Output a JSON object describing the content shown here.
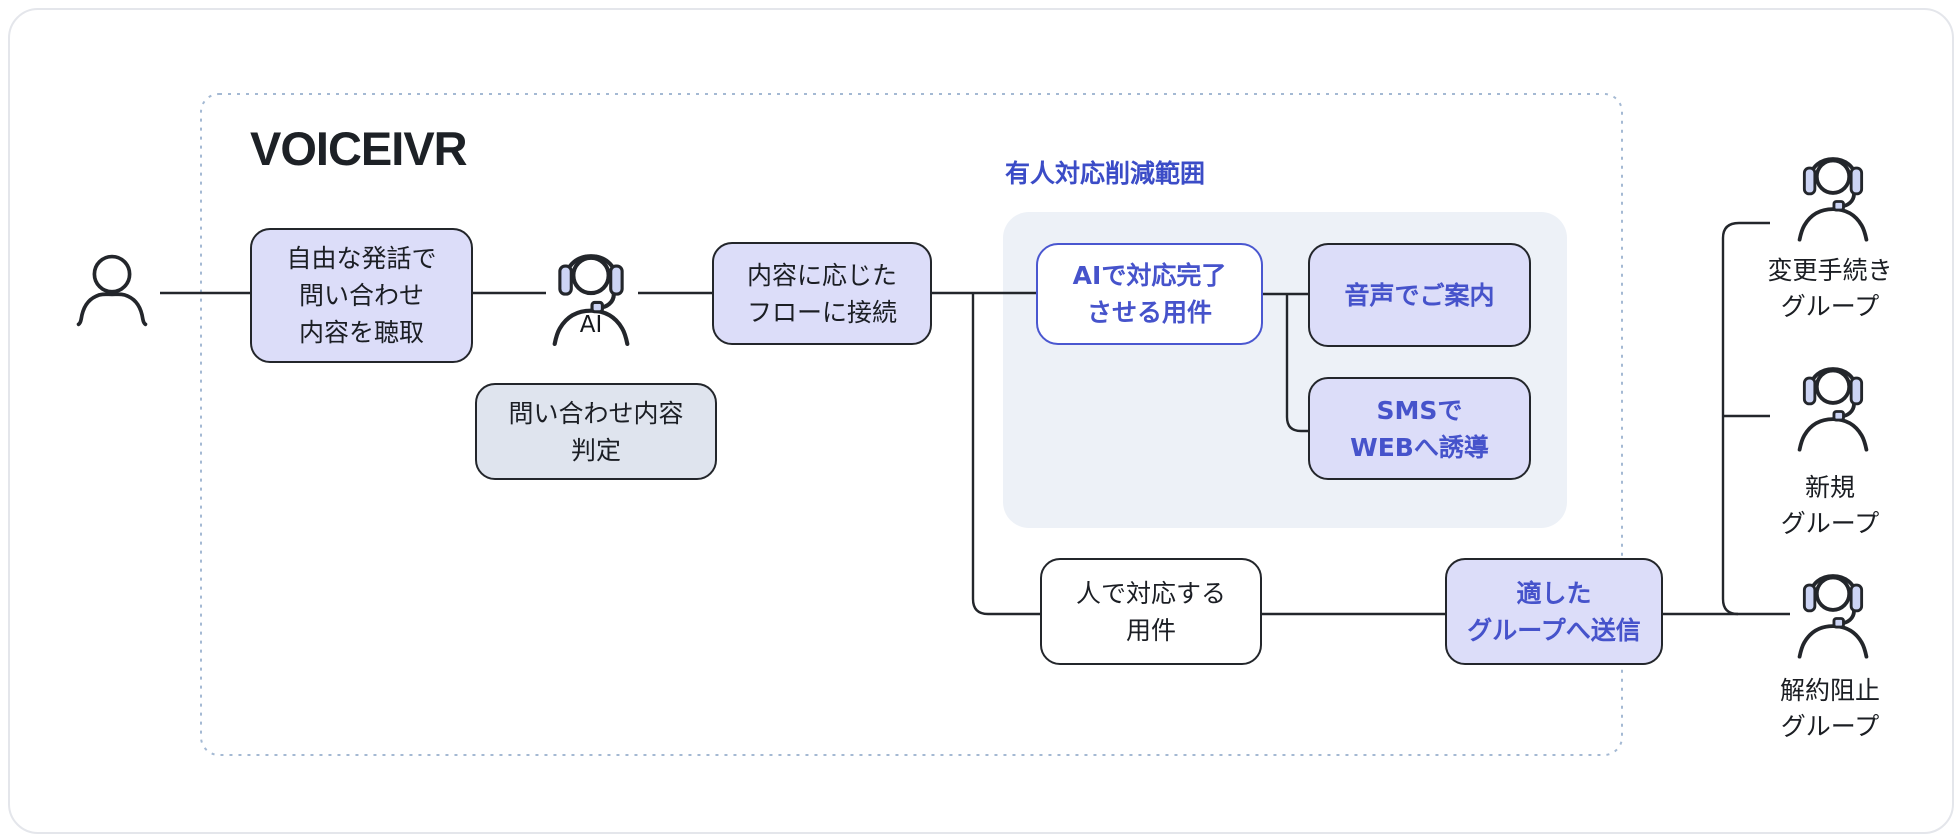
{
  "title": "VOICEIVR",
  "scope_label": "有人対応削減範囲",
  "ai_label": "AI",
  "nodes": {
    "listen": {
      "lines": [
        "自由な発話で",
        "問い合わせ",
        "内容を聴取"
      ]
    },
    "judge": {
      "lines": [
        "問い合わせ内容",
        "判定"
      ]
    },
    "connect_flow": {
      "lines": [
        "内容に応じた",
        "フローに接続"
      ]
    },
    "ai_complete": {
      "lines": [
        "AIで対応完了",
        "させる用件"
      ]
    },
    "voice_guide": {
      "lines": [
        "音声でご案内"
      ]
    },
    "sms_web": {
      "lines": [
        "SMSで",
        "WEBへ誘導"
      ]
    },
    "human_case": {
      "lines": [
        "人で対応する",
        "用件"
      ]
    },
    "send_group": {
      "lines": [
        "適した",
        "グループへ送信"
      ]
    }
  },
  "groups": [
    {
      "lines": [
        "変更手続き",
        "グループ"
      ]
    },
    {
      "lines": [
        "新規",
        "グループ"
      ]
    },
    {
      "lines": [
        "解約阻止",
        "グループ"
      ]
    }
  ],
  "colors": {
    "node_purple": "#dcddf9",
    "node_gray": "#dfe4ee",
    "panel": "#edf1f7",
    "blue_text": "#4653cb",
    "blue_border": "#4a57d0",
    "line": "#23262b",
    "dashed_border": "#a4b9d3",
    "card_border": "#e4e6eb"
  }
}
